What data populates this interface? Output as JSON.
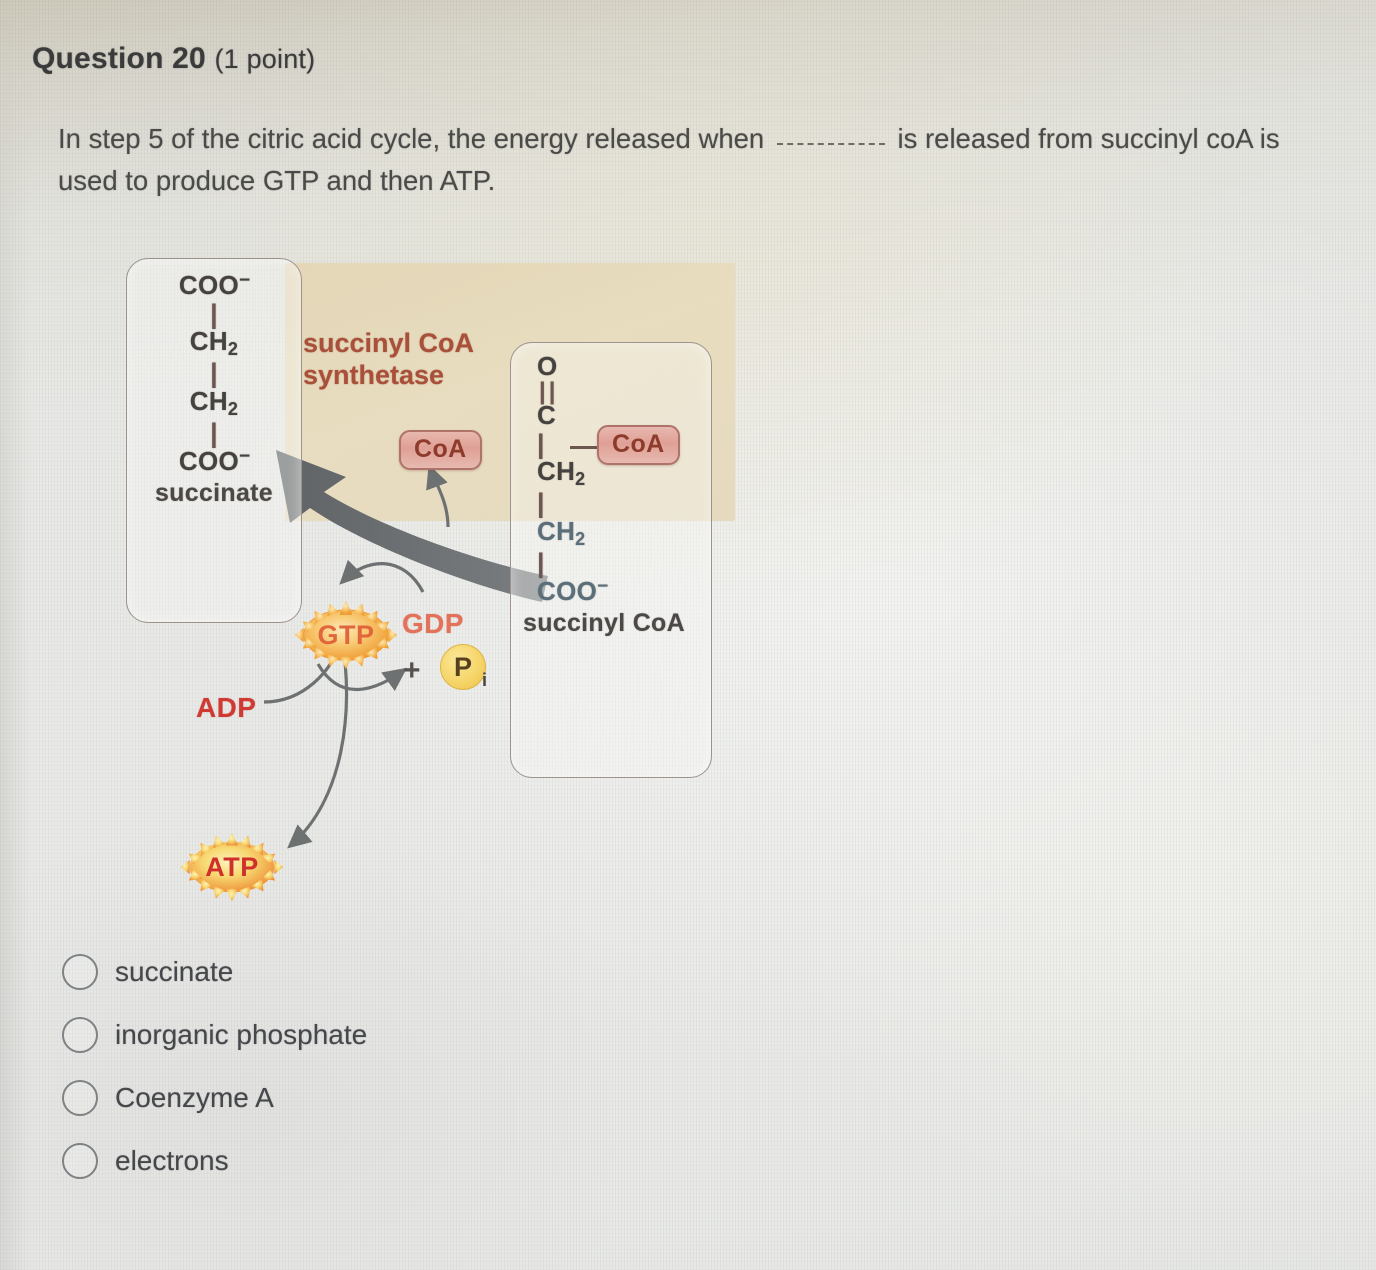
{
  "question": {
    "number_label": "Question 20",
    "points_label": "(1 point)",
    "text_before_blank": "In step 5 of the citric acid cycle, the energy released when",
    "blank": "__________",
    "text_after_blank": "is released from succinyl coA is used to produce GTP and then ATP."
  },
  "figure": {
    "enzyme_label_line1": "succinyl CoA",
    "enzyme_label_line2": "synthetase",
    "succinate_box": {
      "name": "succinate",
      "chain": [
        "COO",
        "CH",
        "CH",
        "COO"
      ],
      "chain_display": [
        {
          "main": "COO",
          "sup": "–"
        },
        {
          "main": "CH",
          "sub": "2"
        },
        {
          "main": "CH",
          "sub": "2"
        },
        {
          "main": "COO",
          "sup": "–"
        }
      ]
    },
    "succinyl_coa_box": {
      "name": "succinyl CoA",
      "chain_display": [
        {
          "main": "O"
        },
        {
          "main": "C"
        },
        {
          "main": "CH",
          "sub": "2"
        },
        {
          "main": "CH",
          "sub": "2"
        },
        {
          "main": "COO",
          "sup": "–"
        }
      ]
    },
    "coa_free_label": "CoA",
    "coa_bound_label": "CoA",
    "gtp_label": "GTP",
    "gdp_label": "GDP",
    "atp_label": "ATP",
    "adp_label": "ADP",
    "plus_label": "+",
    "phosphate_label": "P",
    "phosphate_subscript": "i",
    "colors": {
      "enzyme_text": "#a8503a",
      "beige_panel": "#e6d9b9",
      "coa_pill": "#dfa096",
      "gtp_text": "#e1663c",
      "gdp_text": "#e2725a",
      "adp_text": "#cf3a33",
      "atp_text": "#d0302c",
      "phosphate_circle": "#f6d66a",
      "arrow_gray": "#6e7172"
    }
  },
  "options": [
    {
      "label": "succinate",
      "selected": false
    },
    {
      "label": "inorganic phosphate",
      "selected": false
    },
    {
      "label": "Coenzyme A",
      "selected": false
    },
    {
      "label": "electrons",
      "selected": false
    }
  ]
}
